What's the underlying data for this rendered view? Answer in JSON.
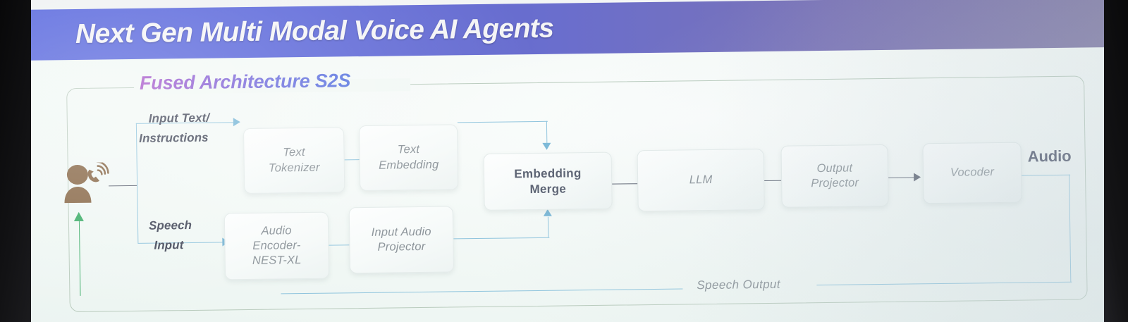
{
  "slide": {
    "banner_title": "Next Gen Multi Modal Voice AI Agents",
    "banner_color_start": "#5262dd",
    "banner_color_end": "#7e77a0",
    "section_title": "Fused Architecture S2S",
    "background": "#f2f8f5"
  },
  "actor": {
    "icon": "person-on-phone-icon",
    "color": "#8a6a4a"
  },
  "flow_labels": {
    "input_text": "Input Text/",
    "instructions": "Instructions",
    "speech_input_line1": "Speech",
    "speech_input_line2": "Input",
    "audio_output": "Audio",
    "speech_output": "Speech Output"
  },
  "nodes": [
    {
      "id": "text-tokenizer",
      "line1": "Text",
      "line2": "Tokenizer",
      "emphasis": "normal"
    },
    {
      "id": "text-embedding",
      "line1": "Text",
      "line2": "Embedding",
      "emphasis": "normal"
    },
    {
      "id": "audio-encoder",
      "line1": "Audio",
      "line2": "Encoder-",
      "line3": "NEST-XL",
      "emphasis": "normal"
    },
    {
      "id": "input-audio-projector",
      "line1": "Input Audio",
      "line2": "Projector",
      "emphasis": "normal"
    },
    {
      "id": "embedding-merge",
      "line1": "Embedding",
      "line2": "Merge",
      "emphasis": "strong"
    },
    {
      "id": "llm",
      "line1": "LLM",
      "line2": "",
      "emphasis": "normal"
    },
    {
      "id": "output-projector",
      "line1": "Output",
      "line2": "Projector",
      "emphasis": "normal"
    },
    {
      "id": "vocoder",
      "line1": "Vocoder",
      "line2": "",
      "emphasis": "normal"
    }
  ],
  "colors": {
    "connector_blue": "#8fc4dd",
    "connector_dark": "#5d6372",
    "feedback_green": "#3fae6a",
    "node_text": "#8b9399",
    "node_text_strong": "#5b6272",
    "panel_border": "#b9cbbd"
  }
}
